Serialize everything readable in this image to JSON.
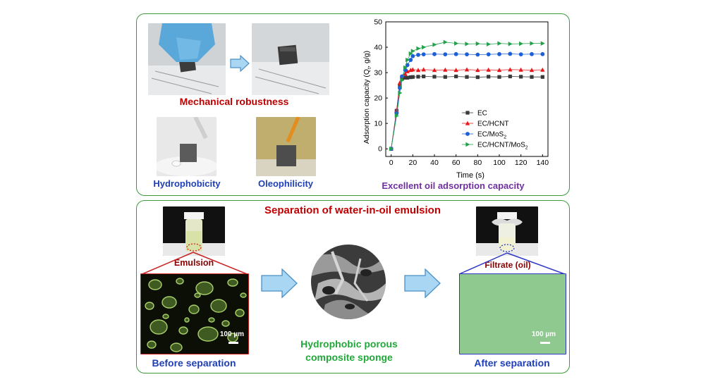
{
  "top": {
    "mechanical_label": "Mechanical robustness",
    "hydrophobicity_label": "Hydrophobicity",
    "oleophilicity_label": "Oleophilicity",
    "oil_capacity_label": "Excellent oil adsorption capacity"
  },
  "bottom": {
    "title": "Separation of water-in-oil emulsion",
    "emulsion_label": "Emulsion",
    "filtrate_label": "Filtrate (oil)",
    "before_label": "Before separation",
    "after_label": "After separation",
    "sponge_label_line1": "Hydrophobic porous",
    "sponge_label_line2": "composite sponge",
    "scale_before": "100 µm",
    "scale_after": "100 µm"
  },
  "colors": {
    "panel_border": "#3c9a3c",
    "arrow_fill": "#a9d6f2",
    "arrow_stroke": "#4a90c8",
    "filtrate_micrograph": "#8fc98f"
  },
  "chart_data": {
    "type": "line",
    "xlabel": "Time (s)",
    "ylabel": "Adsorption capacity (Q",
    "ylabel_sub": "t",
    "ylabel_tail": ", g/g)",
    "xlim": [
      -5,
      145
    ],
    "ylim": [
      -3,
      50
    ],
    "xticks": [
      0,
      20,
      40,
      60,
      80,
      100,
      120,
      140
    ],
    "yticks": [
      0,
      10,
      20,
      30,
      40,
      50
    ],
    "legend_position": "right",
    "series": [
      {
        "name": "EC",
        "legend_main": "EC",
        "legend_sub": "",
        "color": "#3a3a3a",
        "marker": "square",
        "x": [
          0,
          5,
          8,
          10,
          13,
          15,
          18,
          20,
          25,
          30,
          40,
          50,
          60,
          70,
          80,
          90,
          100,
          110,
          120,
          130,
          140
        ],
        "y": [
          0,
          15,
          25,
          27.5,
          28,
          28,
          28.2,
          28.3,
          28.4,
          28.5,
          28.4,
          28.3,
          28.5,
          28.3,
          28.2,
          28.4,
          28.3,
          28.5,
          28.4,
          28.3,
          28.3
        ]
      },
      {
        "name": "EC/HCNT",
        "legend_main": "EC/HCNT",
        "legend_sub": "",
        "color": "#e8191c",
        "marker": "triangle-up",
        "x": [
          0,
          5,
          8,
          10,
          13,
          15,
          18,
          20,
          25,
          30,
          40,
          50,
          60,
          70,
          80,
          90,
          100,
          110,
          120,
          130,
          140
        ],
        "y": [
          0,
          15,
          26,
          28.5,
          29.5,
          30.5,
          31,
          31.2,
          31,
          31.2,
          31,
          31.1,
          31,
          31.2,
          31,
          31.1,
          31,
          31.2,
          31.1,
          31,
          31.1
        ]
      },
      {
        "name": "EC/MoS2",
        "legend_main": "EC/MoS",
        "legend_sub": "2",
        "color": "#1c5fd6",
        "marker": "circle",
        "x": [
          0,
          5,
          8,
          10,
          13,
          15,
          18,
          20,
          25,
          30,
          40,
          50,
          60,
          70,
          80,
          90,
          100,
          110,
          120,
          130,
          140
        ],
        "y": [
          0,
          14,
          24,
          28.5,
          31,
          33,
          35,
          36.5,
          37,
          37.2,
          37.3,
          37.2,
          37.3,
          37.2,
          37.1,
          37.2,
          37.3,
          37.4,
          37.2,
          37.3,
          37.3
        ]
      },
      {
        "name": "EC/HCNT/MoS2",
        "legend_main": "EC/HCNT/MoS",
        "legend_sub": "2",
        "color": "#22a14a",
        "marker": "triangle-right",
        "x": [
          0,
          5,
          8,
          10,
          13,
          15,
          18,
          20,
          25,
          30,
          40,
          50,
          60,
          70,
          80,
          90,
          100,
          110,
          120,
          130,
          140
        ],
        "y": [
          0,
          13,
          22,
          27,
          32,
          35,
          37.5,
          38.5,
          39.5,
          40,
          41,
          42,
          41.5,
          41.3,
          41.4,
          41.2,
          41.5,
          41.3,
          41.4,
          41.5,
          41.5
        ]
      }
    ]
  }
}
